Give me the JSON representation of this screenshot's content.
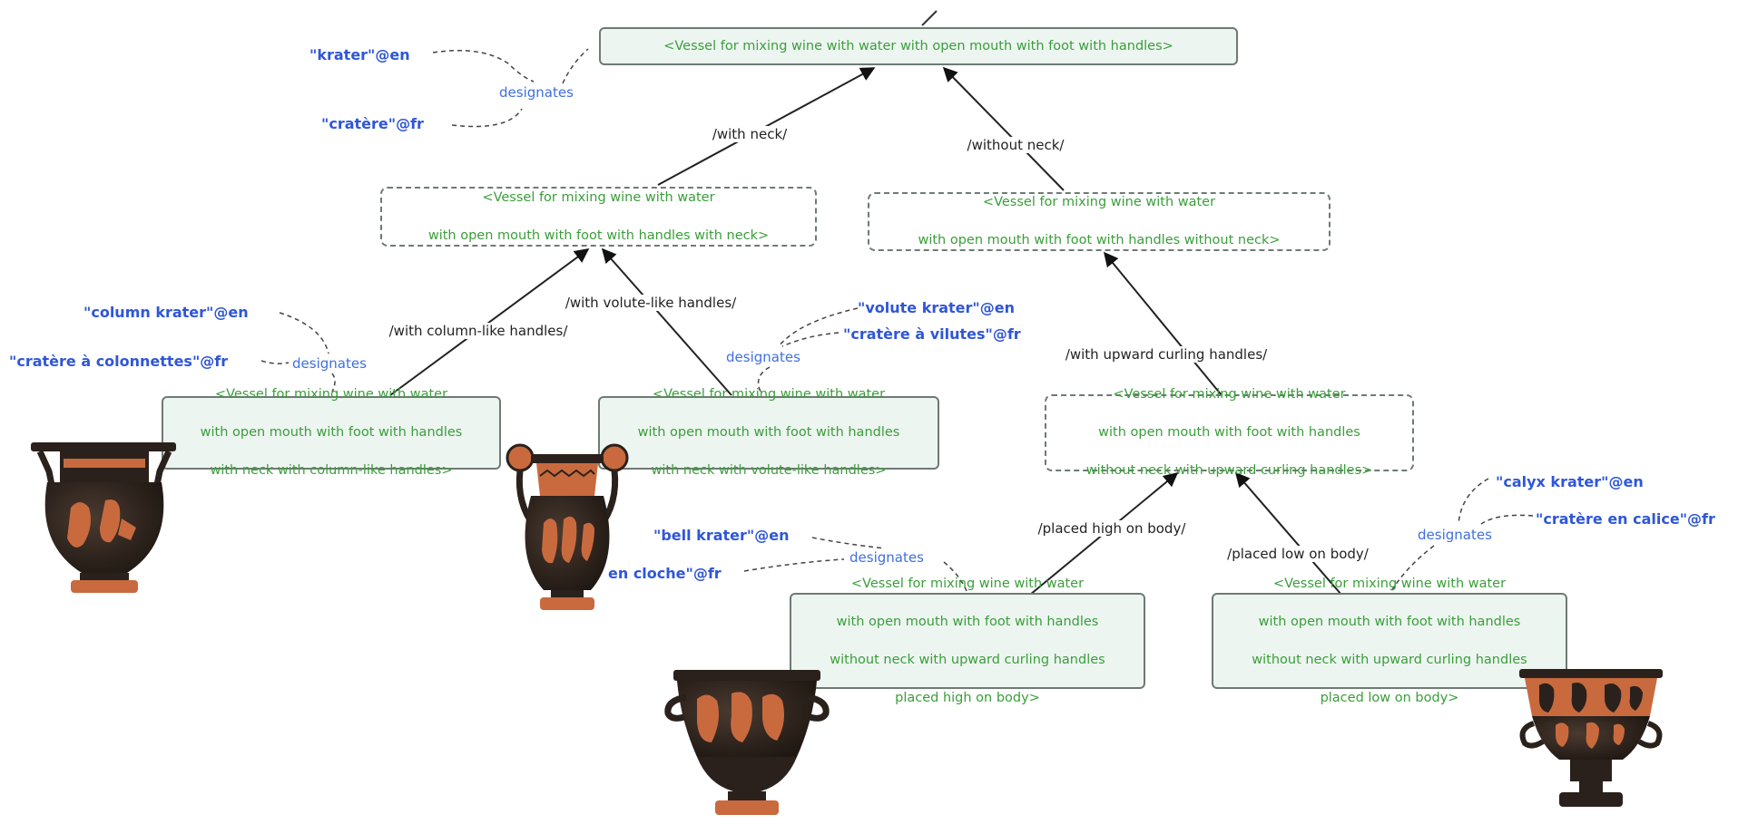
{
  "nodes": {
    "root": {
      "lines": [
        "<Vessel for mixing wine with water with open mouth with foot with handles>"
      ]
    },
    "with_neck": {
      "lines": [
        "<Vessel for mixing wine with water",
        "with open mouth with foot with handles with neck>"
      ]
    },
    "without_neck": {
      "lines": [
        "<Vessel for mixing wine with water",
        "with open mouth with foot with handles without neck>"
      ]
    },
    "column": {
      "lines": [
        "<Vessel for mixing wine with water",
        "with open mouth with foot with handles",
        "with neck with column-like handles>"
      ]
    },
    "volute": {
      "lines": [
        "<Vessel for mixing wine with water",
        "with open mouth with foot with handles",
        "with neck with volute-like handles>"
      ]
    },
    "upward": {
      "lines": [
        "<Vessel for mixing wine with water",
        "with open mouth with foot with handles",
        "without neck with upward curling handles>"
      ]
    },
    "bell": {
      "lines": [
        "<Vessel for mixing wine with water",
        "with open mouth with foot  with handles",
        "without neck with upward curling handles",
        "placed high on body>"
      ]
    },
    "calyx": {
      "lines": [
        "<Vessel for mixing wine with water",
        "with open mouth with foot with handles",
        "without neck with upward curling handles",
        "placed low on body>"
      ]
    }
  },
  "edges": {
    "with_neck": "/with neck/",
    "without_neck": "/without neck/",
    "column_like": "/with column-like handles/",
    "volute_like": "/with volute-like handles/",
    "upward_curling": "/with upward curling handles/",
    "placed_high": "/placed high on body/",
    "placed_low": "/placed low on body/"
  },
  "designations": {
    "label": "designates",
    "krater_en": "\"krater\"@en",
    "krater_fr": "\"cratère\"@fr",
    "column_en": "\"column krater\"@en",
    "column_fr": "\"cratère à colonnettes\"@fr",
    "volute_en": "\"volute krater\"@en",
    "volute_fr": "\"cratère à vilutes\"@fr",
    "bell_en": "\"bell krater\"@en",
    "bell_fr": "en cloche\"@fr",
    "calyx_en": "\"calyx krater\"@en",
    "calyx_fr": "\"cratère en calice\"@fr"
  },
  "colors": {
    "node_text": "#3a9e3a",
    "node_fill": "#edf5f1",
    "node_border": "#6e7a74",
    "term": "#2f56d9",
    "designates": "#3f6fe0",
    "terracotta": "#c86a3e",
    "glaze": "#2b211c"
  },
  "images": [
    "column-krater-vase",
    "volute-krater-vase",
    "bell-krater-vase",
    "calyx-krater-vase"
  ]
}
